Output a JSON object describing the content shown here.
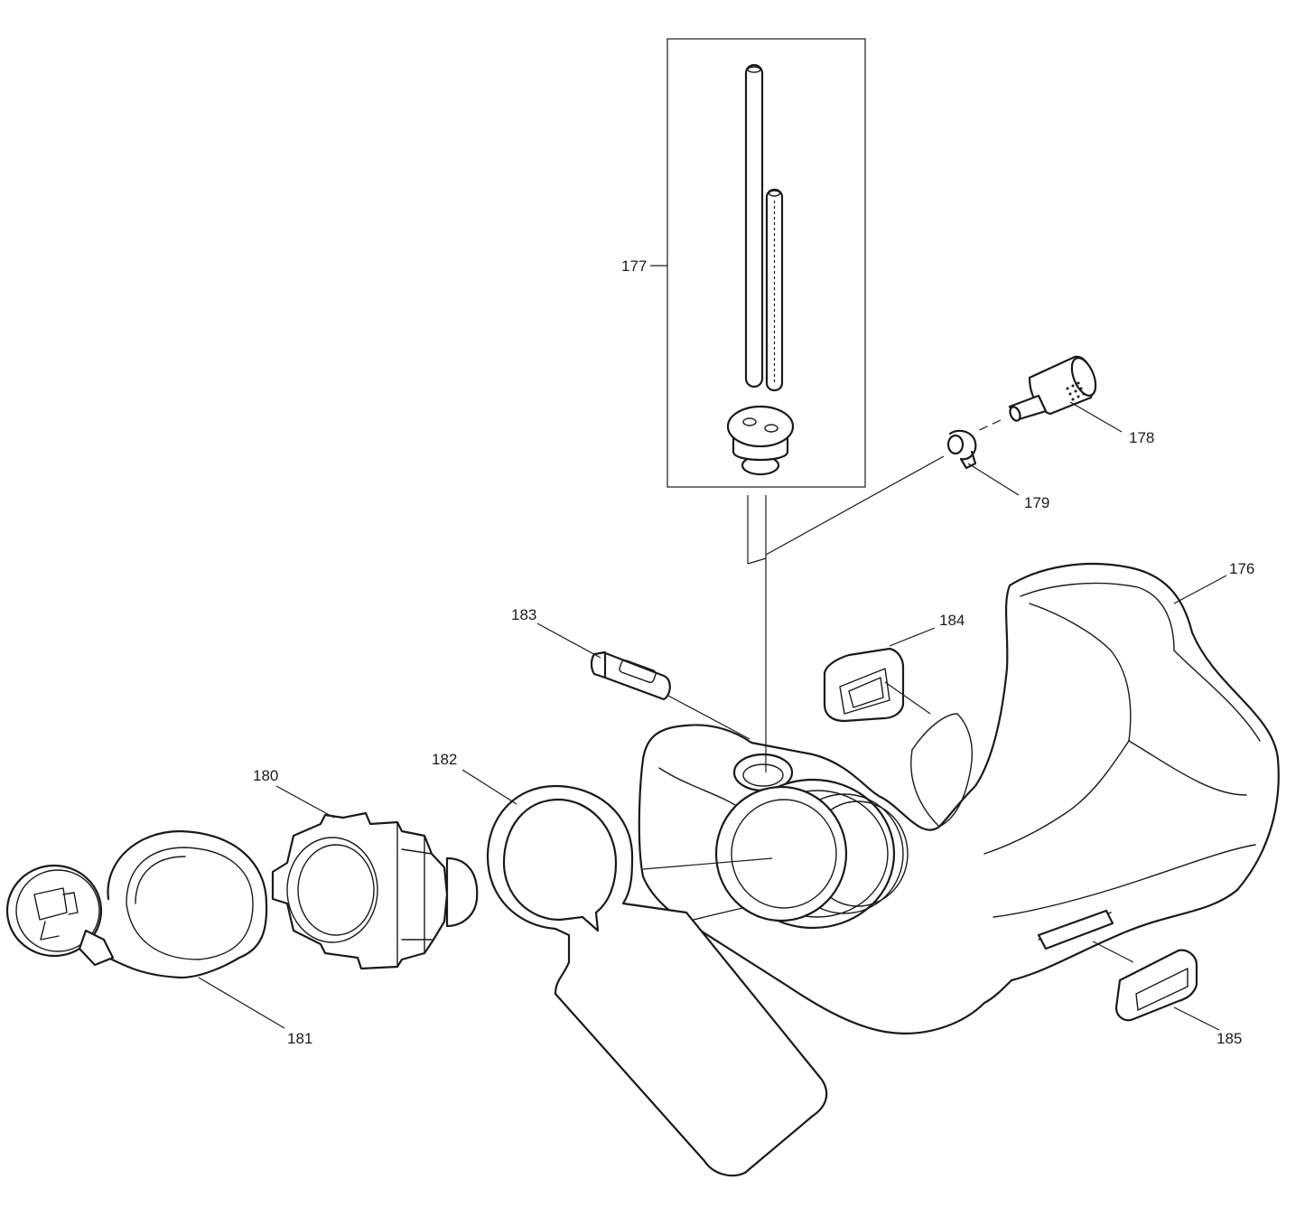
{
  "callouts": {
    "c176": "176",
    "c177": "177",
    "c178": "178",
    "c179": "179",
    "c180": "180",
    "c181": "181",
    "c182": "182",
    "c183": "183",
    "c184": "184",
    "c185": "185"
  },
  "parts": [
    {
      "ref": "176",
      "icon": "fuel-tank-icon"
    },
    {
      "ref": "177",
      "icon": "fuel-hose-grommet-kit-icon"
    },
    {
      "ref": "178",
      "icon": "fuel-filter-icon"
    },
    {
      "ref": "179",
      "icon": "hose-clamp-icon"
    },
    {
      "ref": "180",
      "icon": "tank-neck-ring-icon"
    },
    {
      "ref": "181",
      "icon": "fuel-cap-strap-icon"
    },
    {
      "ref": "182",
      "icon": "gasket-tag-icon"
    },
    {
      "ref": "183",
      "icon": "small-plug-icon"
    },
    {
      "ref": "184",
      "icon": "rubber-mount-icon"
    },
    {
      "ref": "185",
      "icon": "rubber-mount-icon"
    }
  ]
}
